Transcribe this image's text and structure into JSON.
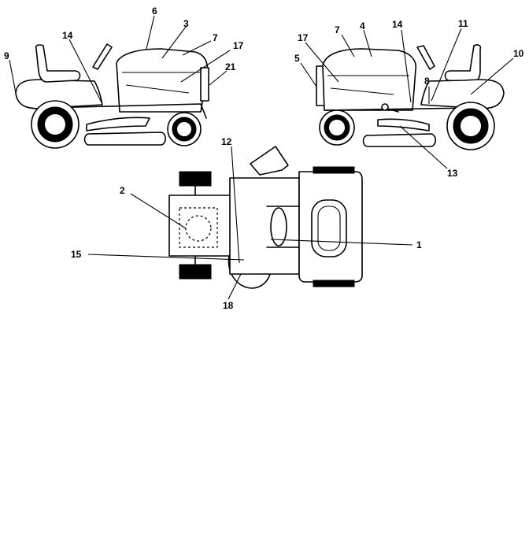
{
  "callouts": {
    "left_view": {
      "c6": "6",
      "c3": "3",
      "c7": "7",
      "c17": "17",
      "c14": "14",
      "c9": "9",
      "c21": "21"
    },
    "right_view": {
      "c17": "17",
      "c7": "7",
      "c4": "4",
      "c14": "14",
      "c11": "11",
      "c5": "5",
      "c8": "8",
      "c10": "10",
      "c13": "13"
    },
    "top_view": {
      "c12": "12",
      "c2": "2",
      "c15": "15",
      "c1": "1",
      "c18": "18"
    }
  },
  "colors": {
    "line": "#000000",
    "background": "#ffffff"
  }
}
